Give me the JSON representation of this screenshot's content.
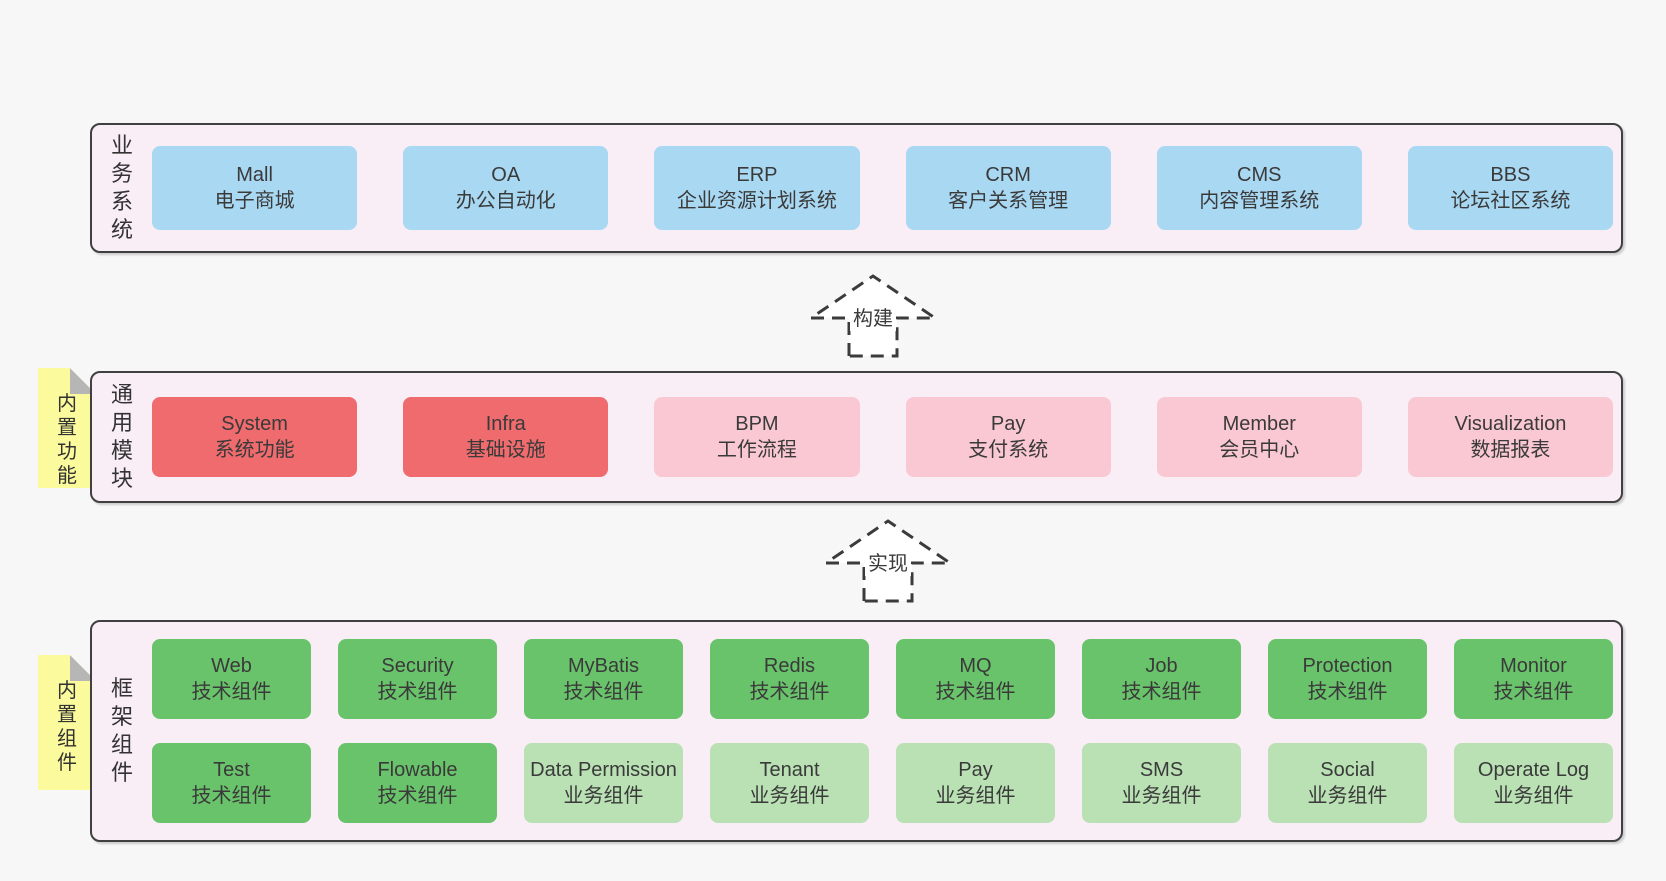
{
  "palette": {
    "page_bg": "#f7f7f7",
    "layer_bg": "#f9edf6",
    "layer_border": "#404040",
    "box_blue": "#a9d8f3",
    "box_red": "#ef6b6d",
    "box_pink": "#fac8d2",
    "box_green": "#69c36b",
    "box_light_green": "#b9e1b4",
    "sticky_note_yellow": "#fbfa9c",
    "text": "#3a3a3a"
  },
  "arrows": [
    {
      "label": "构建"
    },
    {
      "label": "实现"
    }
  ],
  "layers": [
    {
      "label": "业务系统",
      "rows": [
        [
          {
            "title": "Mall",
            "subtitle": "电子商城"
          },
          {
            "title": "OA",
            "subtitle": "办公自动化"
          },
          {
            "title": "ERP",
            "subtitle": "企业资源计划系统"
          },
          {
            "title": "CRM",
            "subtitle": "客户关系管理"
          },
          {
            "title": "CMS",
            "subtitle": "内容管理系统"
          },
          {
            "title": "BBS",
            "subtitle": "论坛社区系统"
          }
        ]
      ]
    },
    {
      "label": "通用模块",
      "tag": "内置功能",
      "rows": [
        [
          {
            "title": "System",
            "subtitle": "系统功能"
          },
          {
            "title": "Infra",
            "subtitle": "基础设施"
          },
          {
            "title": "BPM",
            "subtitle": "工作流程"
          },
          {
            "title": "Pay",
            "subtitle": "支付系统"
          },
          {
            "title": "Member",
            "subtitle": "会员中心"
          },
          {
            "title": "Visualization",
            "subtitle": "数据报表"
          }
        ]
      ]
    },
    {
      "label": "框架组件",
      "tag": "内置组件",
      "rows": [
        [
          {
            "title": "Web",
            "subtitle": "技术组件"
          },
          {
            "title": "Security",
            "subtitle": "技术组件"
          },
          {
            "title": "MyBatis",
            "subtitle": "技术组件"
          },
          {
            "title": "Redis",
            "subtitle": "技术组件"
          },
          {
            "title": "MQ",
            "subtitle": "技术组件"
          },
          {
            "title": "Job",
            "subtitle": "技术组件"
          },
          {
            "title": "Protection",
            "subtitle": "技术组件"
          },
          {
            "title": "Monitor",
            "subtitle": "技术组件"
          }
        ],
        [
          {
            "title": "Test",
            "subtitle": "技术组件"
          },
          {
            "title": "Flowable",
            "subtitle": "技术组件"
          },
          {
            "title": "Data Permission",
            "subtitle": "业务组件"
          },
          {
            "title": "Tenant",
            "subtitle": "业务组件"
          },
          {
            "title": "Pay",
            "subtitle": "业务组件"
          },
          {
            "title": "SMS",
            "subtitle": "业务组件"
          },
          {
            "title": "Social",
            "subtitle": "业务组件"
          },
          {
            "title": "Operate Log",
            "subtitle": "业务组件"
          }
        ]
      ]
    }
  ]
}
